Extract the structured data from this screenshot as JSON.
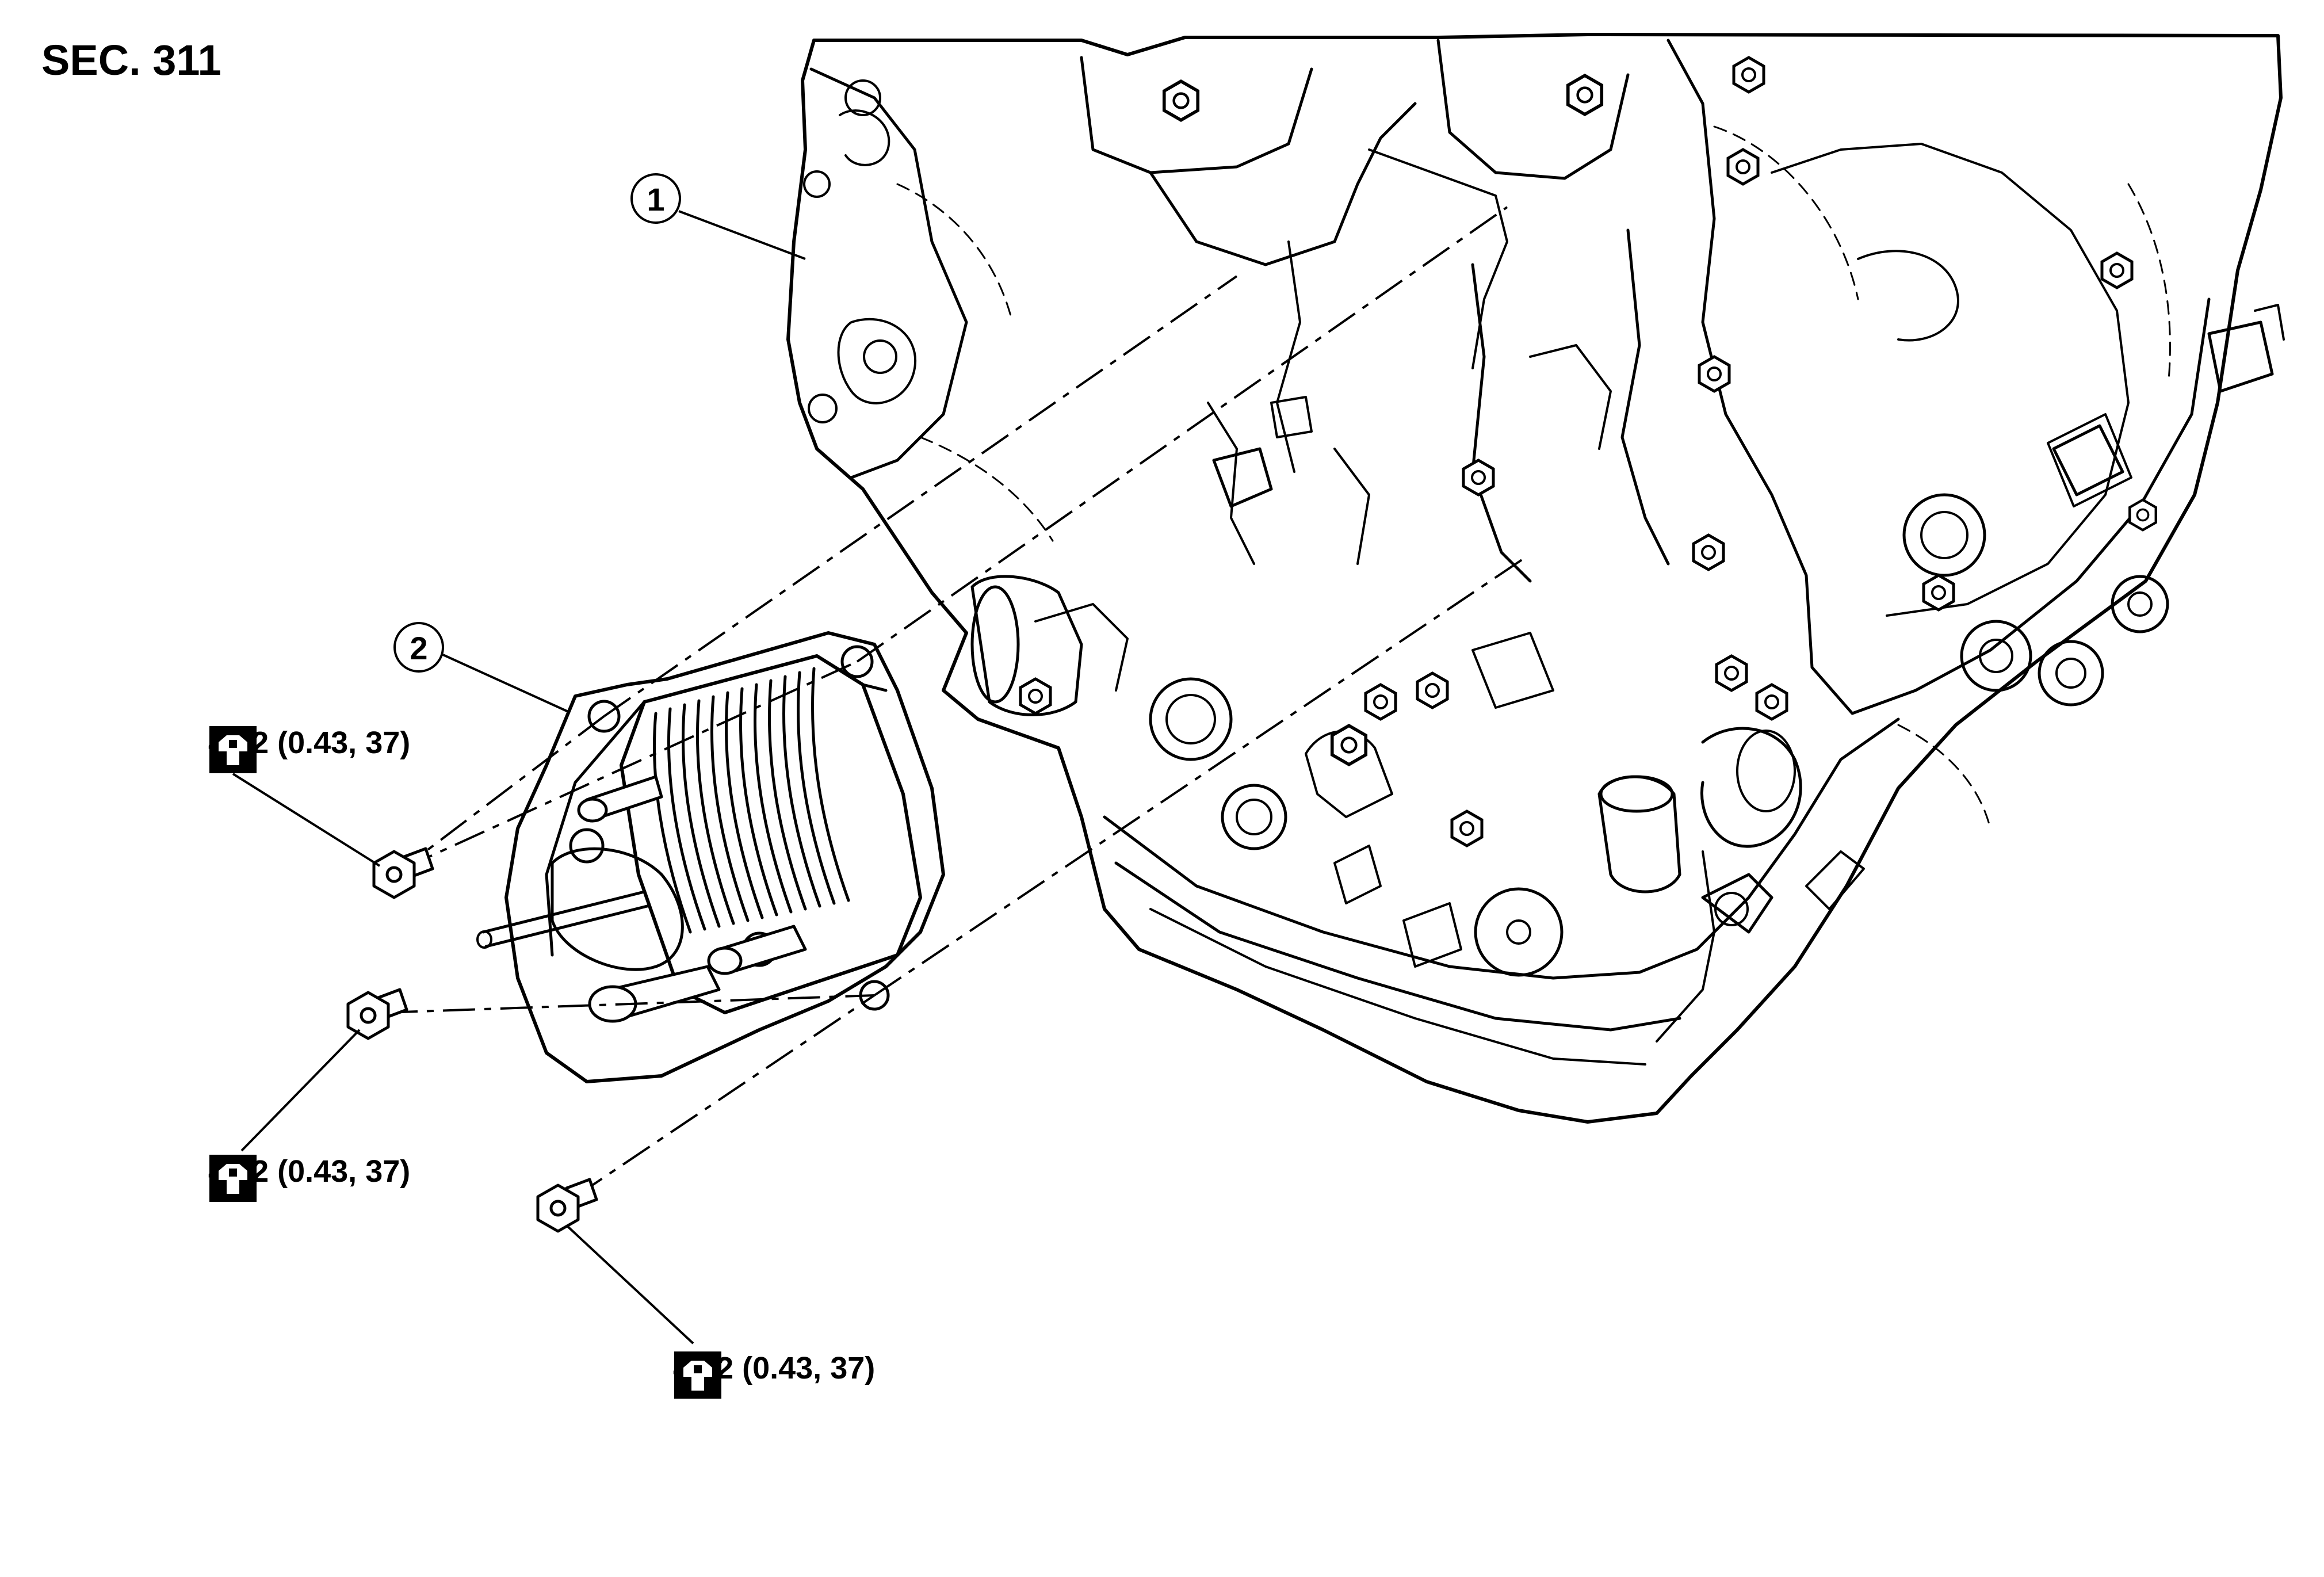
{
  "header": {
    "section": "SEC. 311"
  },
  "callouts": [
    {
      "id": "1"
    },
    {
      "id": "2"
    }
  ],
  "torque_specs": [
    {
      "icon": "torque-wrench-icon",
      "text": "4.22 (0.43, 37)"
    },
    {
      "icon": "torque-wrench-icon",
      "text": "4.22 (0.43, 37)"
    },
    {
      "icon": "torque-wrench-icon",
      "text": "4.22 (0.43, 37)"
    }
  ]
}
